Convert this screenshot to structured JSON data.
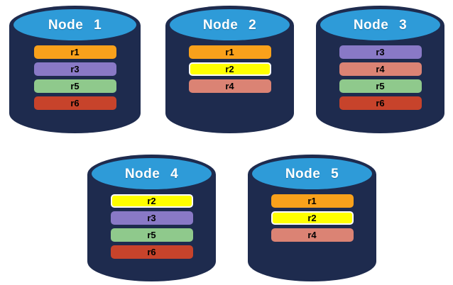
{
  "diagram": {
    "background_color": "#FFFFFF",
    "cylinder": {
      "body_color": "#1E2B4E",
      "top_color": "#2E9BD8",
      "title_color": "#FFFFFF"
    },
    "replica_label_color": "#000000",
    "replica_styles": {
      "r1": {
        "fill": "#F9A11B"
      },
      "r2": {
        "fill": "#FFFF00",
        "border": "#FFFFFF"
      },
      "r3": {
        "fill": "#8979C6"
      },
      "r4": {
        "fill": "#DB8374"
      },
      "r5": {
        "fill": "#8FC98C"
      },
      "r6": {
        "fill": "#C7432B"
      }
    },
    "nodes": [
      {
        "label": "Node 1",
        "replicas": [
          "r1",
          "r3",
          "r5",
          "r6"
        ]
      },
      {
        "label": "Node 2",
        "replicas": [
          "r1",
          "r2",
          "r4"
        ]
      },
      {
        "label": "Node 3",
        "replicas": [
          "r3",
          "r4",
          "r5",
          "r6"
        ]
      },
      {
        "label": "Node 4",
        "replicas": [
          "r2",
          "r3",
          "r5",
          "r6"
        ]
      },
      {
        "label": "Node 5",
        "replicas": [
          "r1",
          "r2",
          "r4"
        ]
      }
    ]
  }
}
